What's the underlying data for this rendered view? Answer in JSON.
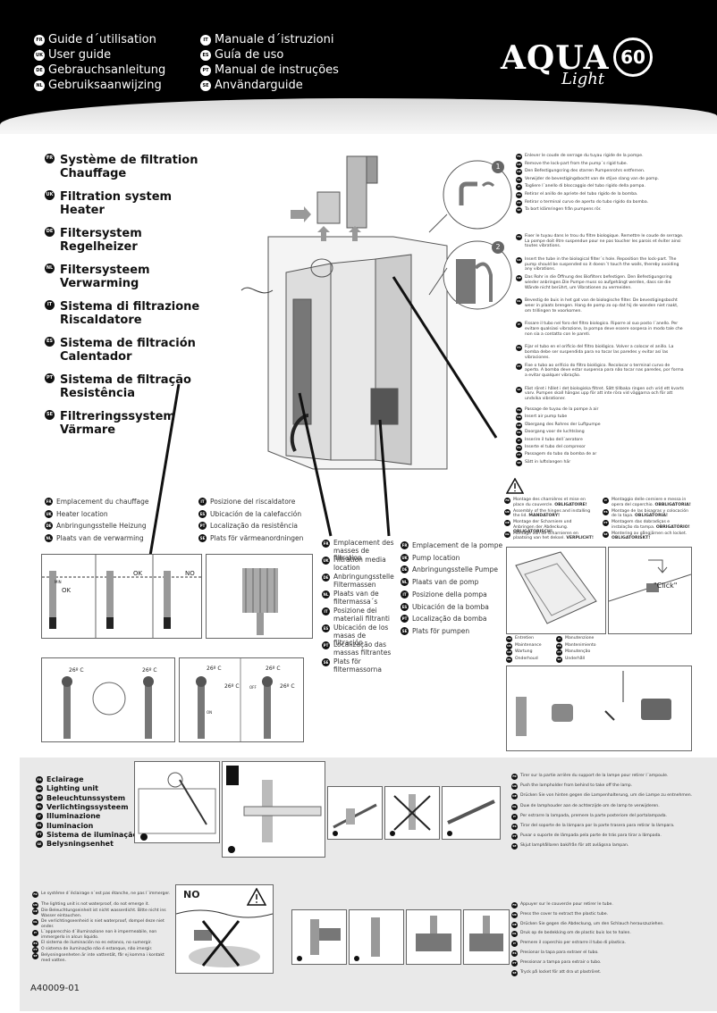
{
  "header": {
    "languages_left": [
      {
        "code": "FR",
        "label": "Guide d´utilisation"
      },
      {
        "code": "UK",
        "label": "User guide"
      },
      {
        "code": "DE",
        "label": "Gebrauchsanleitung"
      },
      {
        "code": "NL",
        "label": "Gebruiksaanwijzing"
      }
    ],
    "languages_right": [
      {
        "code": "IT",
        "label": "Manuale d´istruzioni"
      },
      {
        "code": "ES",
        "label": "Guía de uso"
      },
      {
        "code": "PT",
        "label": "Manual de instruções"
      },
      {
        "code": "SE",
        "label": "Användarguide"
      }
    ],
    "logo": {
      "brand": "AQUA",
      "sub": "Light",
      "size": "60"
    }
  },
  "titles": [
    {
      "code": "FR",
      "text": "Système de filtration Chauffage"
    },
    {
      "code": "UK",
      "text": "Filtration system Heater"
    },
    {
      "code": "DE",
      "text": "Filtersystem Regelheizer"
    },
    {
      "code": "NL",
      "text": "Filtersysteem Verwarming"
    },
    {
      "code": "IT",
      "text": "Sistema di filtrazione Riscaldatore"
    },
    {
      "code": "ES",
      "text": "Sistema de filtración Calentador"
    },
    {
      "code": "PT",
      "text": "Sistema de filtração Resistência"
    },
    {
      "code": "SE",
      "text": "Filtreringssystem Värmare"
    }
  ],
  "step_numbers": [
    "1",
    "2"
  ],
  "step1_instructions": [
    {
      "code": "FR",
      "text": "Enlever le coude de serrage du tuyau rigide de la pompe."
    },
    {
      "code": "UK",
      "text": "Remove the lock-part from the pump´s rigid tube."
    },
    {
      "code": "DE",
      "text": "Den Befestigungsring des starren Pumpenrohrs entfernen."
    },
    {
      "code": "NL",
      "text": "Verwijder de bevestigingsbocht van de stijve slang van de pomp."
    },
    {
      "code": "IT",
      "text": "Togliere l´anello di bloccaggio del tubo rigido della pompa."
    },
    {
      "code": "ES",
      "text": "Retirar el anillo de apriete del tubo rígido de la bomba."
    },
    {
      "code": "PT",
      "text": "Retirar o terminal curvo de aperto do tubo rígido da bomba."
    },
    {
      "code": "SE",
      "text": "Ta bort klämringen från pumpens rör."
    }
  ],
  "step2_instructions": [
    {
      "code": "FR",
      "text": "Fixer le tuyau dans le trou du filtre biologique. Remettre le coude de serrage. La pompe doit être suspendue pour ne pas toucher les parois et éviter ainsi toutes vibrations."
    },
    {
      "code": "UK",
      "text": "Insert the tube in the biological filter´s hole. Reposition the lock-part. The pump should be suspended so it doesn´t touch the walls, thereby avoiding any vibrations."
    },
    {
      "code": "DE",
      "text": "Das Rohr in die Öffnung des Biofilters befestigen. Den Befestigungsring wieder anbringen.Die Pumpe muss so aufgehängt werden, dass sie die Wände nicht berührt, um Vibrationen zu vermeiden."
    },
    {
      "code": "NL",
      "text": "Bevestig de buis in het gat van de biologische filter. De bevestigingsbocht weer in plaats brengen. Hang de pomp zo op dat hij de wanden niet raakt, om trillingen te voorkomen."
    },
    {
      "code": "IT",
      "text": "Fissare il tubo nel foro del filtro biologico. Riporre al suo posto l´anello. Per evitare qualsiasi vibrazione, la pompa deve essere sospesa in modo tale che non sia a contatto con le pareti."
    },
    {
      "code": "ES",
      "text": "Fijar el tubo en el orificio del filtro biológico. Volver a colocar el anillo. La bomba debe ser suspendida para no tocar las paredes y evitar así las vibraciones."
    },
    {
      "code": "PT",
      "text": "Fixe o tubo ao orifício do filtro biológico. Recolocar o terminal curvo de aperto. A bomba deve estar suspensa para não tocar nas paredes, por forma a evitar qualquer vibração."
    },
    {
      "code": "SE",
      "text": "Fäst röret i hålet i det biologiska filtret. Sätt tillbaka ringen och vrid ett kvarts varv. Pumpen skall hängas upp för att inte röra vid väggarna och för att undvika vibrationer."
    }
  ],
  "air_pump_labels": [
    {
      "code": "FR",
      "text": "Passage de tuyau de la pompe à air"
    },
    {
      "code": "UK",
      "text": "Insert air pump tube"
    },
    {
      "code": "DE",
      "text": "Übergang des Rohres der Luftpumpe"
    },
    {
      "code": "NL",
      "text": "Doorgang voor de luchtslang"
    },
    {
      "code": "IT",
      "text": "Inserire il tubo dell´aeratore"
    },
    {
      "code": "ES",
      "text": "Inserte el tubo del compresor"
    },
    {
      "code": "PT",
      "text": "Passagem do tubo da bomba de ar"
    },
    {
      "code": "SE",
      "text": "Sätt in luftslangen här"
    }
  ],
  "mandatory_left": [
    {
      "code": "FR",
      "text": "Montage des charnières et mise en place du couvercle.",
      "bold": "OBLIGATOIRE!"
    },
    {
      "code": "UK",
      "text": "Assembly of the hinges and installing the lid.",
      "bold": "MANDATORY!"
    },
    {
      "code": "DE",
      "text": "Montage der Scharniere und Anbringen der Abdeckung.",
      "bold": "OBLIGATORISCH!"
    },
    {
      "code": "NL",
      "text": "Montage van de scharnieren en plaatsing van het deksel.",
      "bold": "VERPLICHT!"
    }
  ],
  "mandatory_right": [
    {
      "code": "IT",
      "text": "Montaggio delle cerniere e messa in opera del coperchio.",
      "bold": "OBBLIGATORIA!"
    },
    {
      "code": "ES",
      "text": "Montage de las bisagras y colocación de la tapa.",
      "bold": "OBLIGATORIA!"
    },
    {
      "code": "PT",
      "text": "Montagem das dobradiças e instalação da tampa.",
      "bold": "OBRIGATÓRIO!"
    },
    {
      "code": "SE",
      "text": "Montering av gångjärnen och locket.",
      "bold": "OBLIGATORISKT!"
    }
  ],
  "click_label": "\"Click\"",
  "maintenance_left": [
    {
      "code": "FR",
      "text": "Entretien"
    },
    {
      "code": "UK",
      "text": "Maintenance"
    },
    {
      "code": "DE",
      "text": "Wartung"
    },
    {
      "code": "NL",
      "text": "Onderhoud"
    }
  ],
  "maintenance_right": [
    {
      "code": "IT",
      "text": "Manutenzione"
    },
    {
      "code": "ES",
      "text": "Mantenimiento"
    },
    {
      "code": "PT",
      "text": "Manutenção"
    },
    {
      "code": "SE",
      "text": "Underhåll"
    }
  ],
  "heater_location_left": [
    {
      "code": "FR",
      "text": "Emplacement du chauffage"
    },
    {
      "code": "UK",
      "text": "Heater location"
    },
    {
      "code": "DE",
      "text": "Anbringungsstelle Heizung"
    },
    {
      "code": "NL",
      "text": "Plaats van de verwarming"
    }
  ],
  "heater_location_right": [
    {
      "code": "IT",
      "text": "Posizione del riscaldatore"
    },
    {
      "code": "ES",
      "text": "Ubicación de la calefacción"
    },
    {
      "code": "PT",
      "text": "Localização da resistência"
    },
    {
      "code": "SE",
      "text": "Plats för värmeanordningen"
    }
  ],
  "filter_media_labels": [
    {
      "code": "FR",
      "text": "Emplacement des masses de filtration"
    },
    {
      "code": "UK",
      "text": "Filtration media location"
    },
    {
      "code": "DE",
      "text": "Anbringungsstelle Filtermassen"
    },
    {
      "code": "NL",
      "text": "Plaats van de filtermassa´s"
    },
    {
      "code": "IT",
      "text": "Posizione dei materiali filtranti"
    },
    {
      "code": "ES",
      "text": "Ubicación de los masas de filtración"
    },
    {
      "code": "PT",
      "text": "Localização das massas filtrantes"
    },
    {
      "code": "SE",
      "text": "Plats för filtermassorna"
    }
  ],
  "pump_location_labels": [
    {
      "code": "FR",
      "text": "Emplacement de la pompe"
    },
    {
      "code": "UK",
      "text": "Pump location"
    },
    {
      "code": "DE",
      "text": "Anbringungsstelle Pumpe"
    },
    {
      "code": "NL",
      "text": "Plaats van de pomp"
    },
    {
      "code": "IT",
      "text": "Posizione della pompa"
    },
    {
      "code": "ES",
      "text": "Ubicación de la bomba"
    },
    {
      "code": "PT",
      "text": "Localização da bomba"
    },
    {
      "code": "SE",
      "text": "Plats för pumpen"
    }
  ],
  "heater_diagram": {
    "min_label": "MIN",
    "ok1": "OK",
    "ok2": "OK",
    "no": "NO",
    "temp": "26º C",
    "temp_small": "26º C",
    "on": "ON",
    "dial": "26º C",
    "off": "OFF"
  },
  "lighting_titles": [
    {
      "code": "FR",
      "text": "Eclairage"
    },
    {
      "code": "UK",
      "text": "Lighting unit"
    },
    {
      "code": "DE",
      "text": "Beleuchtunssystem"
    },
    {
      "code": "NL",
      "text": "Verlichtingssysteem"
    },
    {
      "code": "IT",
      "text": "Illuminazione"
    },
    {
      "code": "ES",
      "text": "Iluminacion"
    },
    {
      "code": "PT",
      "text": "Sistema de iluminação"
    },
    {
      "code": "SE",
      "text": "Belysningsenhet"
    }
  ],
  "lamp_instructions": [
    {
      "code": "FR",
      "text": "Tirer sur la partie arrière du support de la lampe pour retirer l´ampoule."
    },
    {
      "code": "UK",
      "text": "Push the lampholder from behind to take off the lamp."
    },
    {
      "code": "DE",
      "text": "Drücken Sie von hinten gegen die Lampenhalterung, um die Lampe zu entnehmen."
    },
    {
      "code": "NL",
      "text": "Duw de lamphouder aan de achterzijde om de lamp te verwijderen."
    },
    {
      "code": "IT",
      "text": "Per estrarre la lampada, premere la parte posteriore del portalampada."
    },
    {
      "code": "ES",
      "text": "Tirar del soporte de la lámpara por la parte trasera para retirar la lámpara."
    },
    {
      "code": "PT",
      "text": "Puxar o suporte de lâmpada pela parte de trás para tirar a lâmpada."
    },
    {
      "code": "SE",
      "text": "Skjut lamphållaren bakifrån för att avlägsna lampan."
    }
  ],
  "waterproof_warnings": [
    {
      "code": "FR",
      "text": "Le système d´éclairage n´est pas étanche, ne pas l´immerger."
    },
    {
      "code": "UK",
      "text": "The lighting unit is not waterproof, do not emerge it."
    },
    {
      "code": "DE",
      "text": "Die Beleuchtungseinheit ist nicht wasserdicht. Bitte nicht ins Wasser eintauchen."
    },
    {
      "code": "NL",
      "text": "De verlichtingseenheid is niet waterproof, dompel deze niet onder."
    },
    {
      "code": "IT",
      "text": "L´apparecchio d´illuminazione non è impermeabile, non immergerlo in alcun liquido."
    },
    {
      "code": "ES",
      "text": "El sistema de iluminación no es estanco, no sumergir."
    },
    {
      "code": "PT",
      "text": "O sistema de iluminação não é estanque, não imergir."
    },
    {
      "code": "SE",
      "text": "Belysningsenheten är inte vattentät, får ej komma i kontakt med vatten."
    }
  ],
  "no_label": "NO",
  "cover_instructions": [
    {
      "code": "FR",
      "text": "Appuyer sur le couvercle pour retirer le tube."
    },
    {
      "code": "UK",
      "text": "Press the cover to extract the plastic tube."
    },
    {
      "code": "DE",
      "text": "Drücken Sie gegen die Abdeckung, um den Schlauch herauszuziehen."
    },
    {
      "code": "NL",
      "text": "Druk op de bedekking om de plastic buis los te halen."
    },
    {
      "code": "IT",
      "text": "Premere il coperchio per estrarre il tubo di plastica."
    },
    {
      "code": "ES",
      "text": "Presionar la tapa para extraer el tubo."
    },
    {
      "code": "PT",
      "text": "Pressionar a tampa para extrair o tubo."
    },
    {
      "code": "SE",
      "text": "Tryck på locket för att dra ut plaströret."
    }
  ],
  "footer_code": "A40009-01"
}
